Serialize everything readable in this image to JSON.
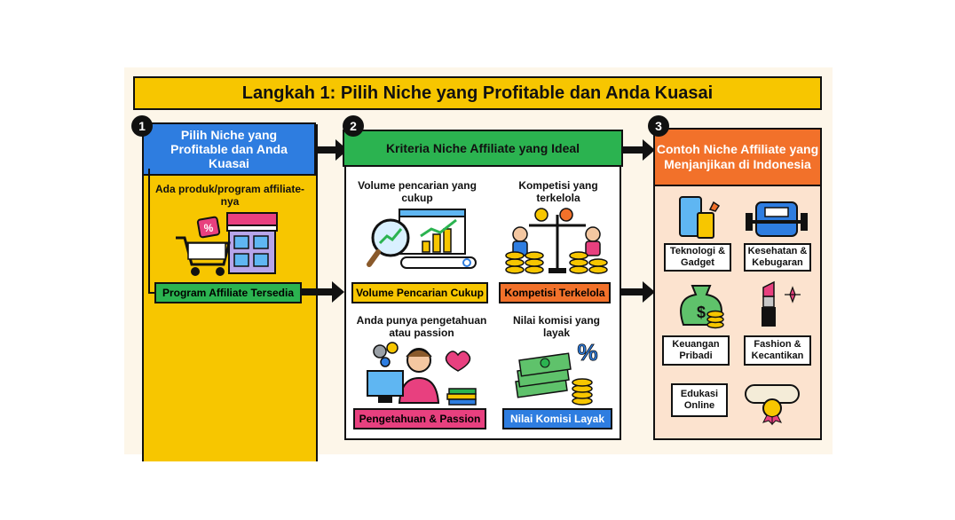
{
  "title": "Langkah 1: Pilih Niche yang Profitable dan Anda Kuasai",
  "steps": [
    {
      "number": "1",
      "header": "Pilih Niche yang Profitable dan Anda Kuasai",
      "caption": "Ada produk/program affiliate-nya",
      "label": "Program Affiliate Tersedia"
    },
    {
      "number": "2",
      "header": "Kriteria Niche Affiliate yang Ideal",
      "criteria": [
        {
          "caption": "Volume pencarian yang cukup",
          "label": "Volume Pencarian Cukup",
          "color": "#f7c600"
        },
        {
          "caption": "Kompetisi yang terkelola",
          "label": "Kompetisi Terkelola",
          "color": "#f2712a"
        },
        {
          "caption": "Anda punya pengetahuan atau passion",
          "label": "Pengetahuan & Passion",
          "color": "#e8407f"
        },
        {
          "caption": "Nilai komisi yang layak",
          "label": "Nilai Komisi Layak",
          "color": "#2e7de0"
        }
      ]
    },
    {
      "number": "3",
      "header": "Contoh Niche Affiliate yang Menjanjikan di Indonesia",
      "examples": [
        {
          "label": "Teknologi & Gadget"
        },
        {
          "label": "Kesehatan & Kebugaran"
        },
        {
          "label": "Keuangan Pribadi"
        },
        {
          "label": "Fashion & Kecantikan"
        },
        {
          "label": "Edukasi Online"
        }
      ]
    }
  ],
  "colors": {
    "yellow": "#f7c600",
    "blue": "#2e7de0",
    "green": "#2bb350",
    "orange": "#f2712a",
    "pink": "#e8407f",
    "peach": "#fce3cf"
  }
}
